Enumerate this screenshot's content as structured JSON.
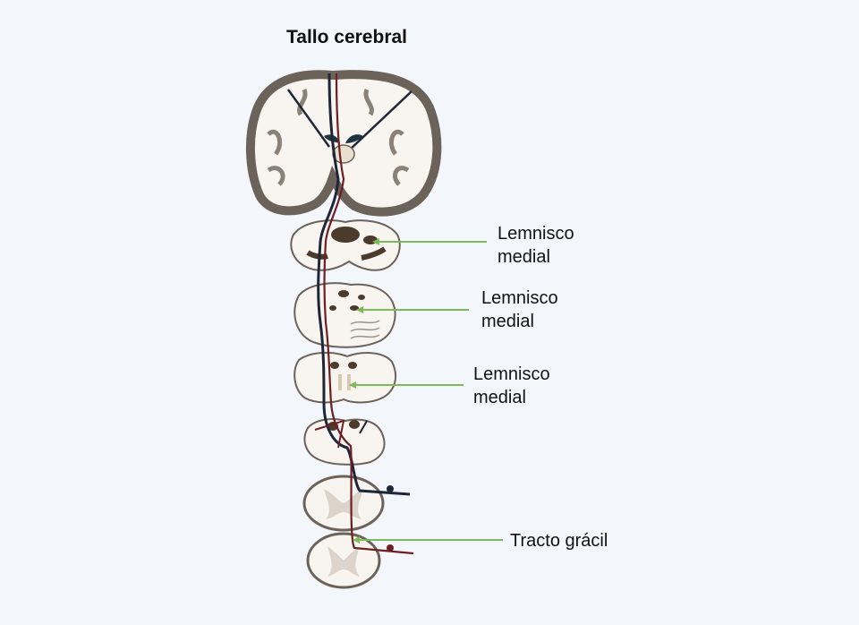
{
  "title": "Tallo cerebral",
  "labels": [
    {
      "line1": "Lemnisco",
      "line2": "medial"
    },
    {
      "line1": "Lemnisco",
      "line2": "medial"
    },
    {
      "line1": "Lemnisco",
      "line2": "medial"
    },
    {
      "line1": "Tracto grácil"
    }
  ],
  "colors": {
    "background": "#f3f7fc",
    "tissue_outline": "#6b625a",
    "tissue_fill": "#f8f4ef",
    "nuclei": "#4a3b2c",
    "pathway_dark": "#1f2638",
    "pathway_red": "#6e1f22",
    "leader_line": "#7cba5a"
  }
}
